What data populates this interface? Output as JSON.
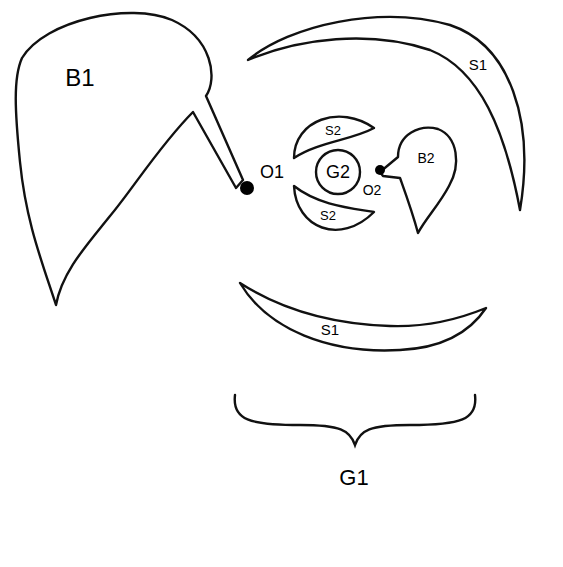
{
  "diagram": {
    "nodes": [
      {
        "text": [
          "B1"
        ]
      },
      {
        "text": [
          "S1"
        ]
      },
      {
        "text": [
          "S2"
        ]
      },
      {
        "text": [
          "G2"
        ]
      },
      {
        "text": [
          "S2"
        ]
      },
      {
        "text": [
          "B2"
        ]
      },
      {
        "text": [
          "S1"
        ]
      }
    ],
    "labels": [
      "O1",
      "O2",
      "G1"
    ]
  }
}
